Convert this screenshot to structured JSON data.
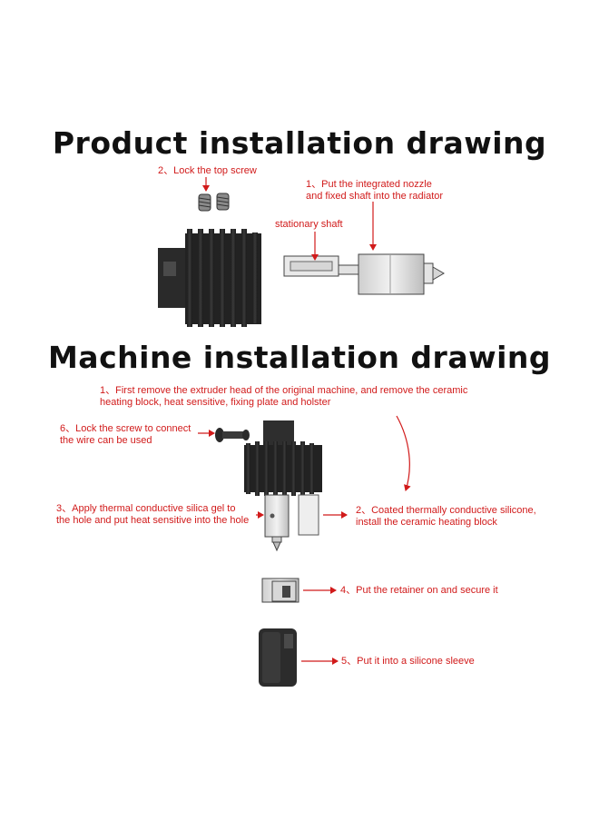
{
  "titles": {
    "product": "Product installation drawing",
    "machine": "Machine installation drawing"
  },
  "product_notes": {
    "lock_top_screw": "2、Lock the top screw",
    "put_nozzle": "1、Put the integrated nozzle\nand fixed shaft into the radiator",
    "stationary_shaft": "stationary shaft"
  },
  "machine_notes": {
    "step1": "1、First remove the extruder head of the original machine, and remove the ceramic\nheating block, heat sensitive, fixing plate and holster",
    "step6": "6、Lock the screw to connect\nthe wire can be used",
    "step3": "3、Apply thermal conductive silica gel to\nthe hole and put heat sensitive into the hole",
    "step2": "2、Coated thermally conductive silicone,\ninstall the ceramic heating block",
    "step4": "4、Put the retainer on and secure it",
    "step5": "5、Put it into a silicone sleeve"
  },
  "colors": {
    "annotation": "#d11a1a",
    "part_dark": "#2b2b2b",
    "part_light": "#e6e6e6"
  }
}
